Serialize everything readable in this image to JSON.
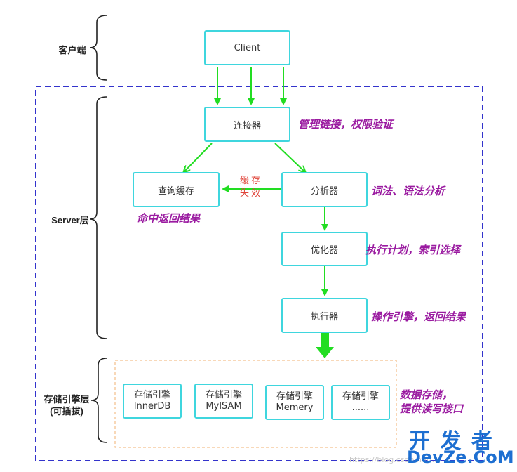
{
  "layers": {
    "client_layer": "客户端",
    "server_layer": "Server层",
    "storage_layer": [
      "存储引擎层",
      "(可插拔)"
    ]
  },
  "nodes": {
    "client": "Client",
    "connector": "连接器",
    "query_cache": "查询缓存",
    "analyzer": "分析器",
    "optimizer": "优化器",
    "executor": "执行器"
  },
  "engines": [
    {
      "line1": "存储引擎",
      "line2": "InnerDB"
    },
    {
      "line1": "存储引擎",
      "line2": "MyISAM"
    },
    {
      "line1": "存储引擎",
      "line2": "Memery"
    },
    {
      "line1": "存储引擎",
      "line2": "......"
    }
  ],
  "notes": {
    "connector": "管理链接，权限验证",
    "query_cache": "命中返回结果",
    "analyzer": "词法、语法分析",
    "optimizer": "执行计划，索引选择",
    "executor": "操作引擎，返回结果",
    "storage": [
      "数据存储，",
      "提供读写接口"
    ]
  },
  "cache_invalid": [
    "缓存",
    "失效"
  ],
  "colors": {
    "box_border": "#3fd6de",
    "arrow": "#22dd22",
    "server_border": "#3333cc",
    "storage_border": "#f0b070",
    "note_text": "#9a1aa0",
    "invalid_text": "#e0443a",
    "logo": "#1d6fd1"
  },
  "watermark": {
    "logo_top": "开 发 者",
    "logo_bottom": "DevZe.CoM",
    "url": "https://blog.csdn.net/..."
  }
}
